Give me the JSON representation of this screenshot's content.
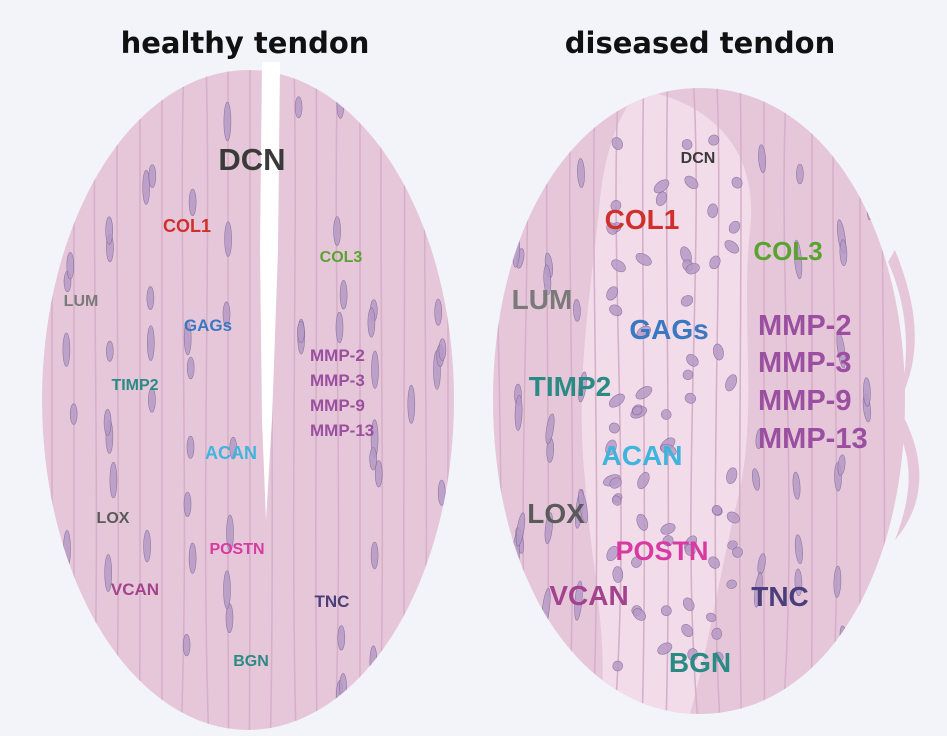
{
  "titles": {
    "healthy": "healthy tendon",
    "diseased": "diseased tendon"
  },
  "colors": {
    "background": "#f2f4f9",
    "tissue": "#e6c7d9",
    "tissue_light": "#f2dcea",
    "fiber_line": "#d7b0c8",
    "nucleus": "#b79ac6",
    "nucleus_stroke": "#7d6a99"
  },
  "healthy": {
    "DCN": "DCN",
    "COL1": "COL1",
    "COL3": "COL3",
    "LUM": "LUM",
    "GAGs": "GAGs",
    "TIMP2": "TIMP2",
    "MMP": [
      "MMP-2",
      "MMP-3",
      "MMP-9",
      "MMP-13"
    ],
    "ACAN": "ACAN",
    "LOX": "LOX",
    "POSTN": "POSTN",
    "VCAN": "VCAN",
    "TNC": "TNC",
    "BGN": "BGN"
  },
  "diseased": {
    "DCN": "DCN",
    "COL1": "COL1",
    "COL3": "COL3",
    "LUM": "LUM",
    "GAGs": "GAGs",
    "TIMP2": "TIMP2",
    "MMP": [
      "MMP-2",
      "MMP-3",
      "MMP-9",
      "MMP-13"
    ],
    "ACAN": "ACAN",
    "LOX": "LOX",
    "POSTN": "POSTN",
    "VCAN": "VCAN",
    "TNC": "TNC",
    "BGN": "BGN"
  }
}
